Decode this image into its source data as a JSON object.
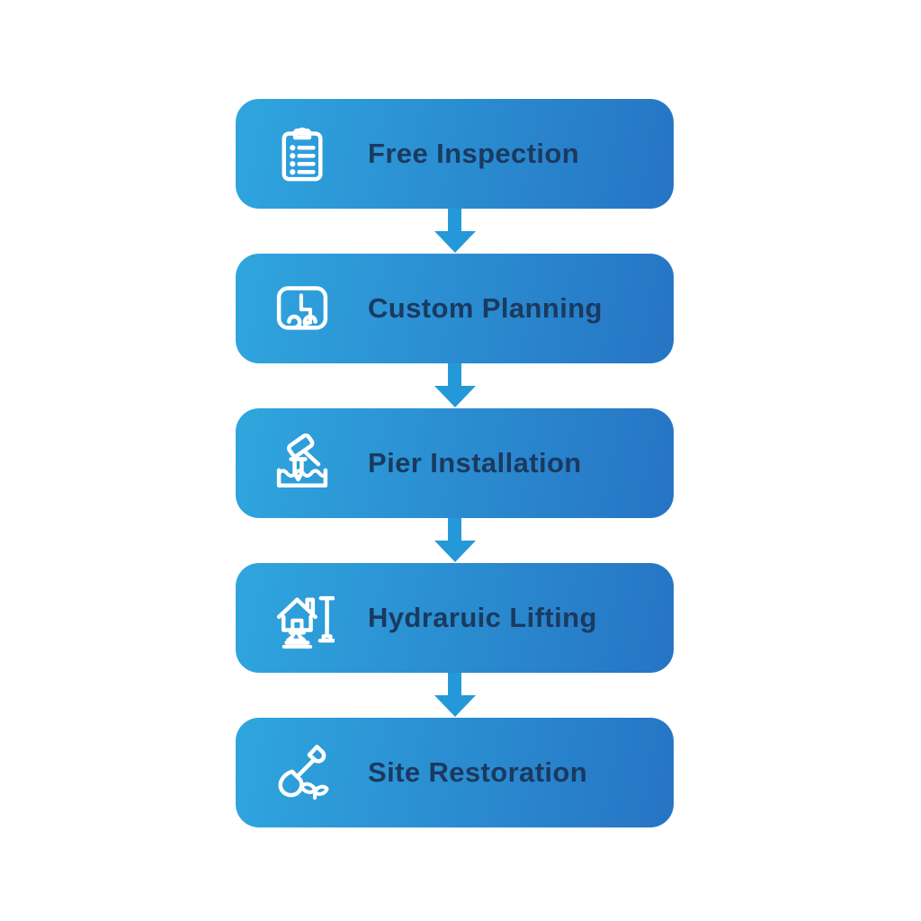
{
  "flow": {
    "type": "vertical-process-flowchart",
    "colors": {
      "background": "#ffffff",
      "box_gradient_from": "#2fa6de",
      "box_gradient_to": "#2674c4",
      "arrow": "#2598d9",
      "label_text": "#1a3a5f",
      "icon": "#ffffff"
    },
    "steps": [
      {
        "label": "Free Inspection",
        "icon": "clipboard-checklist-icon"
      },
      {
        "label": "Custom Planning",
        "icon": "blueprint-scroll-icon"
      },
      {
        "label": "Pier Installation",
        "icon": "hammer-pier-icon"
      },
      {
        "label": "Hydraruic Lifting",
        "icon": "house-jack-icon"
      },
      {
        "label": "Site Restoration",
        "icon": "shovel-sprout-icon"
      }
    ],
    "connector": {
      "type": "down-arrow",
      "count": 4
    }
  }
}
